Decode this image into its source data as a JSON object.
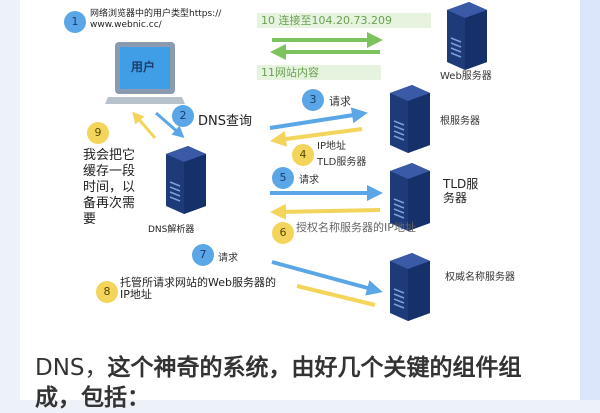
{
  "colors": {
    "blue": "#5aa6e6",
    "yellow": "#f2d55a",
    "green": "#7cc35e",
    "server": "#1e3a78"
  },
  "steps": {
    "s1": {
      "num": "1",
      "text_line1": "网络浏览器中的用户类型https://",
      "text_line2": "www.webnic.cc/"
    },
    "s2": {
      "num": "2",
      "text": "DNS查询"
    },
    "s3": {
      "num": "3",
      "text": "请求"
    },
    "s4": {
      "num": "4",
      "text_line1": "IP地址",
      "text_line2": "TLD服务器"
    },
    "s5": {
      "num": "5",
      "text": "请求"
    },
    "s6": {
      "num": "6",
      "text": "授权名称服务器的IP地址"
    },
    "s7": {
      "num": "7",
      "text": "请求"
    },
    "s8": {
      "num": "8",
      "text_line1": "托管所请求网站的Web服务器的",
      "text_line2": "IP地址"
    },
    "s9": {
      "num": "9",
      "lines": [
        "我会把它",
        "缓存一段",
        "时间，以",
        "备再次需",
        "要"
      ]
    },
    "s10": {
      "text": "10 连接至104.20.73.209"
    },
    "s11": {
      "text": "11网站内容"
    }
  },
  "nodes": {
    "user": "用户",
    "web_server": "Web服务器",
    "root_server": "根服务器",
    "tld_server_line1": "TLD服",
    "tld_server_line2": "务器",
    "dns_resolver": "DNS解析器",
    "authoritative_server": "权威名称服务器"
  },
  "heading": {
    "prefix": "DNS，",
    "main": "这个神奇的系统，由好几个关键的组件组",
    "line2": "成，包括："
  }
}
